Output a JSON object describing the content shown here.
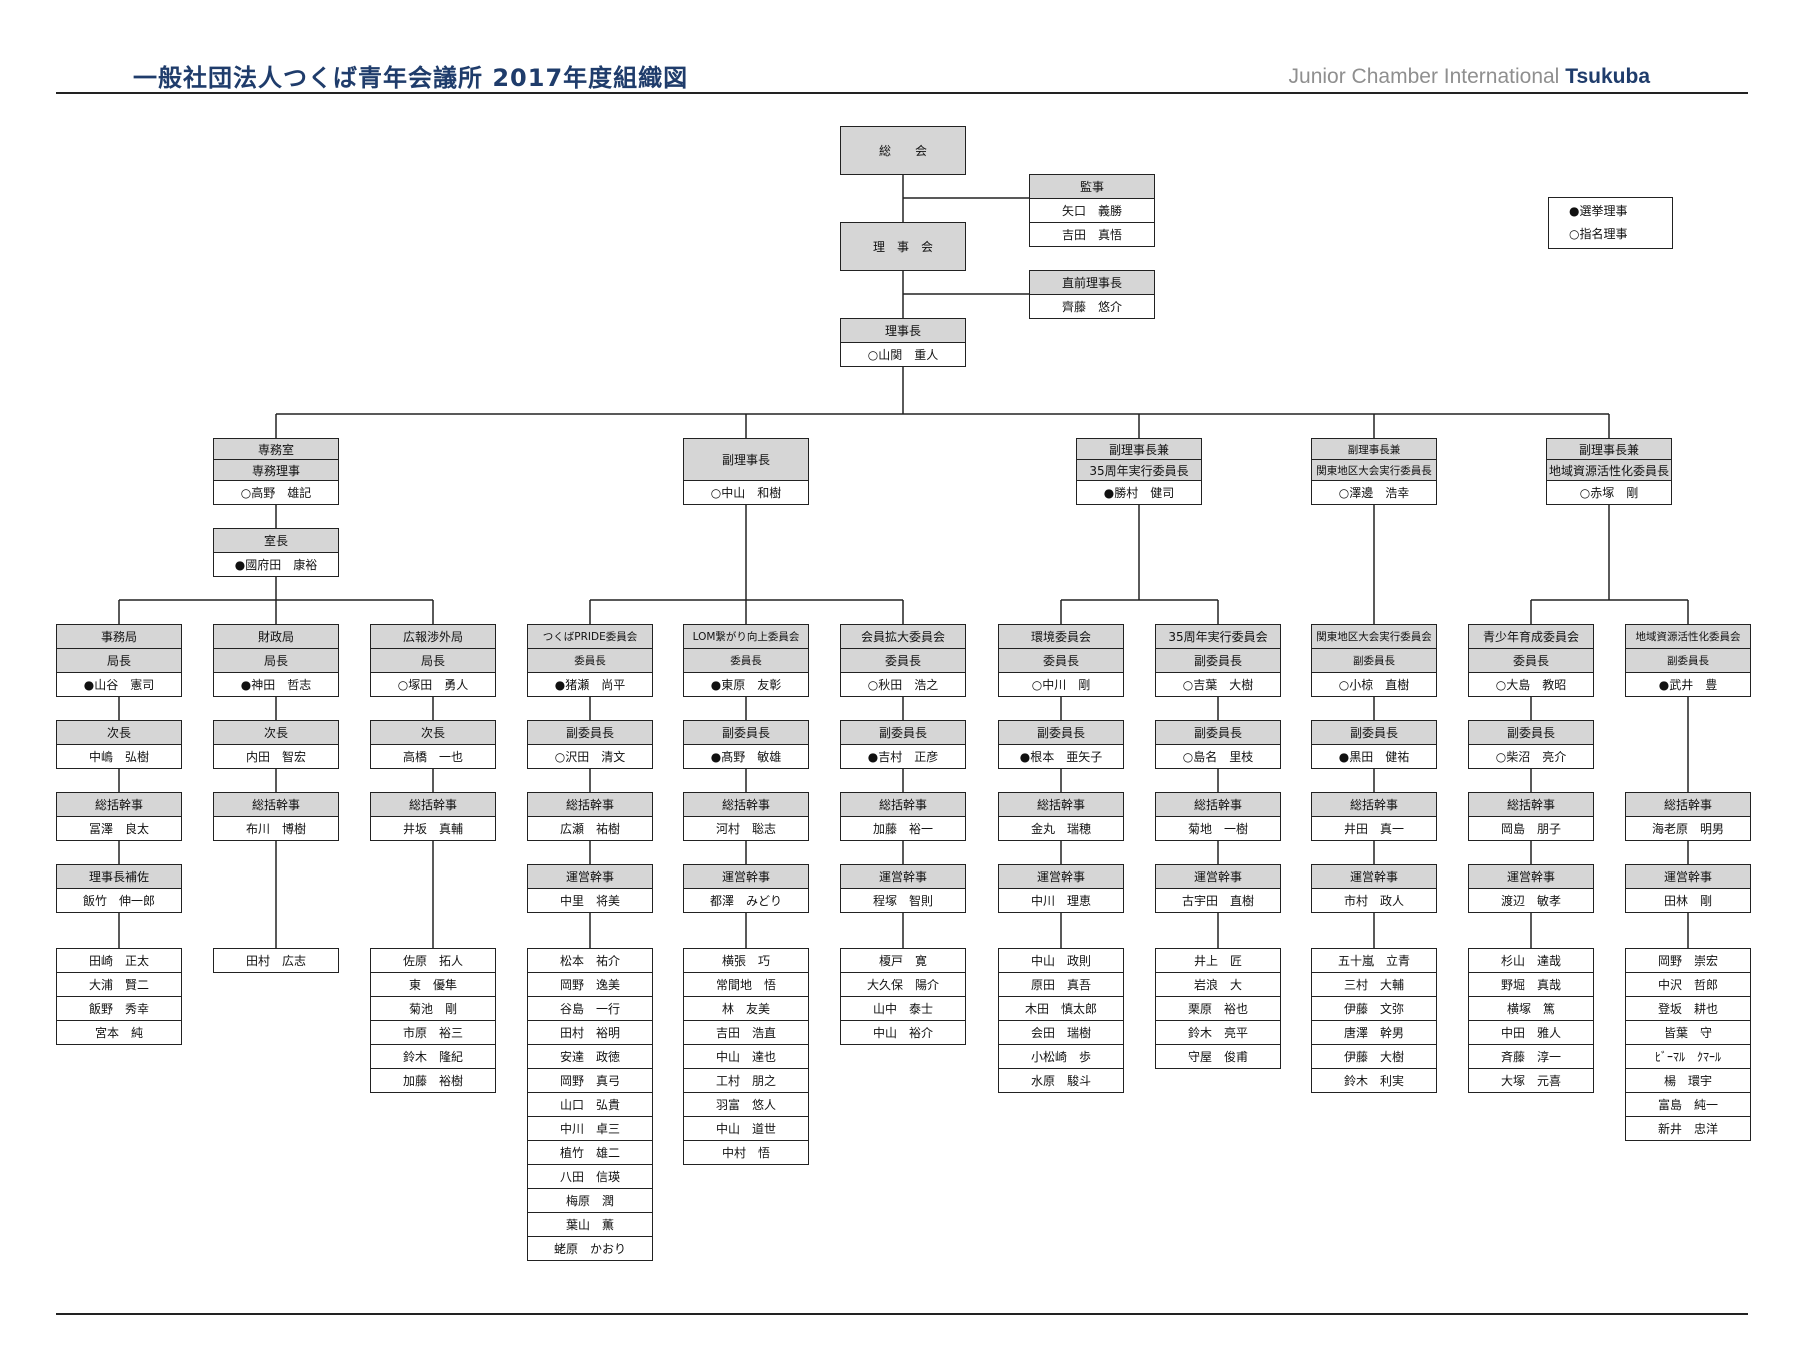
{
  "header": {
    "title": "一般社団法人つくば青年会議所 2017年度組織図",
    "brand_light": "Junior Chamber International",
    "brand_bold": "Tsukuba"
  },
  "legend": [
    "●選挙理事",
    "○指名理事"
  ],
  "colors": {
    "header_fill": "#d6d6d6",
    "title_blue": "#1f3c6b"
  },
  "top": {
    "general_meeting": "総　　会",
    "board": "理　事　会",
    "auditor": {
      "title": "監事",
      "members": [
        "矢口　義勝",
        "吉田　真悟"
      ]
    },
    "past_president": {
      "title": "直前理事長",
      "members": [
        "齊藤　悠介"
      ]
    },
    "president": {
      "title": "理事長",
      "members": [
        "○山関　重人"
      ]
    }
  },
  "vps": [
    {
      "title": [
        "専務室",
        "専務理事"
      ],
      "members": [
        "○高野　雄記"
      ]
    },
    {
      "title": [
        "副理事長"
      ],
      "members": [
        "○中山　和樹"
      ]
    },
    {
      "title": [
        "副理事長兼",
        "35周年実行委員長"
      ],
      "members": [
        "●勝村　健司"
      ]
    },
    {
      "title": [
        "副理事長兼",
        "関東地区大会実行委員長"
      ],
      "members": [
        "○澤邊　浩幸"
      ]
    },
    {
      "title": [
        "副理事長兼",
        "地域資源活性化委員長"
      ],
      "members": [
        "○赤塚　剛"
      ]
    }
  ],
  "office_chief": {
    "title": "室長",
    "members": [
      "●國府田　康裕"
    ]
  },
  "committees": [
    {
      "name": "事務局",
      "lead_title": "局長",
      "lead": "●山谷　憲司",
      "roles": [
        {
          "title": "次長",
          "name": "中嶋　弘樹"
        },
        {
          "title": "総括幹事",
          "name": "冨澤　良太"
        },
        {
          "title": "理事長補佐",
          "name": "飯竹　伸一郎"
        }
      ],
      "members": [
        "田崎　正太",
        "大浦　賢二",
        "飯野　秀幸",
        "宮本　純"
      ]
    },
    {
      "name": "財政局",
      "lead_title": "局長",
      "lead": "●神田　哲志",
      "roles": [
        {
          "title": "次長",
          "name": "内田　智宏"
        },
        {
          "title": "総括幹事",
          "name": "布川　博樹"
        }
      ],
      "members": [
        "田村　広志"
      ]
    },
    {
      "name": "広報渉外局",
      "lead_title": "局長",
      "lead": "○塚田　勇人",
      "roles": [
        {
          "title": "次長",
          "name": "高橋　一也"
        },
        {
          "title": "総括幹事",
          "name": "井坂　真輔"
        }
      ],
      "members": [
        "佐原　拓人",
        "東　優隼",
        "菊池　剛",
        "市原　裕三",
        "鈴木　隆紀",
        "加藤　裕樹"
      ]
    },
    {
      "name": "つくばPRIDE委員会",
      "lead_title": "委員長",
      "lead": "●猪瀬　尚平",
      "roles": [
        {
          "title": "副委員長",
          "name": "○沢田　清文"
        },
        {
          "title": "総括幹事",
          "name": "広瀬　祐樹"
        },
        {
          "title": "運営幹事",
          "name": "中里　将美"
        }
      ],
      "members": [
        "松本　祐介",
        "岡野　逸美",
        "谷島　一行",
        "田村　裕明",
        "安達　政徳",
        "岡野　真弓",
        "山口　弘貴",
        "中川　卓三",
        "植竹　雄二",
        "八田　信瑛",
        "梅原　潤",
        "葉山　薫",
        "蛯原　かおり"
      ]
    },
    {
      "name": "LOM繋がり向上委員会",
      "lead_title": "委員長",
      "lead": "●東原　友彰",
      "roles": [
        {
          "title": "副委員長",
          "name": "●髙野　敏雄"
        },
        {
          "title": "総括幹事",
          "name": "河村　聡志"
        },
        {
          "title": "運営幹事",
          "name": "都澤　みどり"
        }
      ],
      "members": [
        "横張　巧",
        "常間地　悟",
        "林　友美",
        "吉田　浩直",
        "中山　達也",
        "工村　朋之",
        "羽富　悠人",
        "中山　道世",
        "中村　悟"
      ]
    },
    {
      "name": "会員拡大委員会",
      "lead_title": "委員長",
      "lead": "○秋田　浩之",
      "roles": [
        {
          "title": "副委員長",
          "name": "●吉村　正彦"
        },
        {
          "title": "総括幹事",
          "name": "加藤　裕一"
        },
        {
          "title": "運営幹事",
          "name": "程塚　智則"
        }
      ],
      "members": [
        "榎戸　寛",
        "大久保　陽介",
        "山中　泰士",
        "中山　裕介"
      ]
    },
    {
      "name": "環境委員会",
      "lead_title": "委員長",
      "lead": "○中川　剛",
      "roles": [
        {
          "title": "副委員長",
          "name": "●根本　亜矢子"
        },
        {
          "title": "総括幹事",
          "name": "金丸　瑞穂"
        },
        {
          "title": "運営幹事",
          "name": "中川　理恵"
        }
      ],
      "members": [
        "中山　政則",
        "原田　真吾",
        "木田　慎太郎",
        "会田　瑞樹",
        "小松崎　歩",
        "水原　駿斗"
      ]
    },
    {
      "name": "35周年実行委員会",
      "lead_title": "副委員長",
      "lead": "○吉葉　大樹",
      "roles": [
        {
          "title": "副委員長",
          "name": "○島名　里枝"
        },
        {
          "title": "総括幹事",
          "name": "菊地　一樹"
        },
        {
          "title": "運営幹事",
          "name": "古宇田　直樹"
        }
      ],
      "members": [
        "井上　匠",
        "岩浪　大",
        "栗原　裕也",
        "鈴木　亮平",
        "守屋　俊甫"
      ]
    },
    {
      "name": "関東地区大会実行委員会",
      "lead_title": "副委員長",
      "lead": "○小椋　直樹",
      "roles": [
        {
          "title": "副委員長",
          "name": "●黒田　健祐"
        },
        {
          "title": "総括幹事",
          "name": "井田　真一"
        },
        {
          "title": "運営幹事",
          "name": "市村　政人"
        }
      ],
      "members": [
        "五十嵐　立青",
        "三村　大輔",
        "伊藤　文弥",
        "唐澤　幹男",
        "伊藤　大樹",
        "鈴木　利実"
      ]
    },
    {
      "name": "青少年育成委員会",
      "lead_title": "委員長",
      "lead": "○大島　教昭",
      "roles": [
        {
          "title": "副委員長",
          "name": "○柴沼　亮介"
        },
        {
          "title": "総括幹事",
          "name": "岡島　朋子"
        },
        {
          "title": "運営幹事",
          "name": "渡辺　敏孝"
        }
      ],
      "members": [
        "杉山　達哉",
        "野堀　真哉",
        "横塚　篤",
        "中田　雅人",
        "斉藤　淳一",
        "大塚　元喜"
      ]
    },
    {
      "name": "地域資源活性化委員会",
      "lead_title": "副委員長",
      "lead": "●武井　豊",
      "roles": [
        {
          "title": "総括幹事",
          "name": "海老原　明男"
        },
        {
          "title": "運営幹事",
          "name": "田林　剛"
        }
      ],
      "members": [
        "岡野　崇宏",
        "中沢　哲郎",
        "登坂　耕也",
        "皆葉　守",
        "ﾋﾞｰﾏﾙ　ｸﾏｰﾙ",
        "楊　環宇",
        "富島　純一",
        "新井　忠洋"
      ]
    }
  ]
}
